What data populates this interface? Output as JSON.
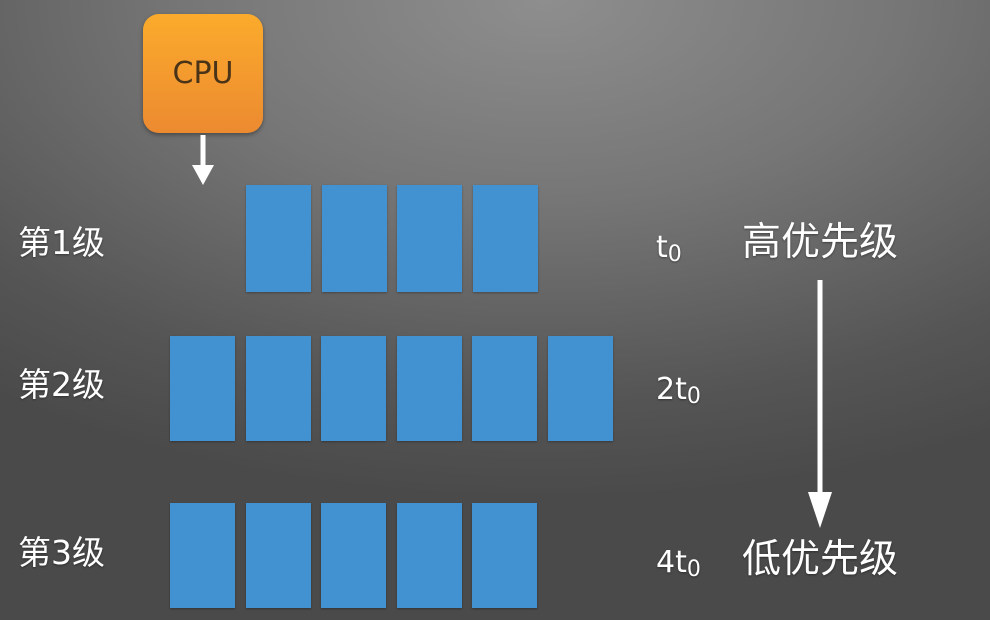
{
  "cpu_label": "CPU",
  "levels": [
    {
      "label": "第1级",
      "time_coef": "",
      "time_var": "t",
      "time_sub": "0",
      "queue_items": 4
    },
    {
      "label": "第2级",
      "time_coef": "2",
      "time_var": "t",
      "time_sub": "0",
      "queue_items": 6
    },
    {
      "label": "第3级",
      "time_coef": "4",
      "time_var": "t",
      "time_sub": "0",
      "queue_items": 5
    }
  ],
  "priority": {
    "high": "高优先级",
    "low": "低优先级"
  },
  "colors": {
    "cpu": "#f29a2e",
    "queue_item": "#4292d2",
    "background": "#6a6a6a"
  }
}
